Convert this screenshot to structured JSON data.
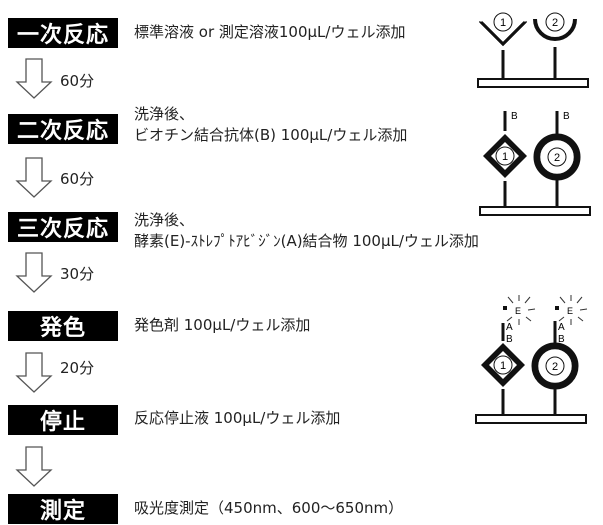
{
  "steps": [
    {
      "label": "一次反応",
      "lines": [
        "標準溶液 or 測定溶液100μL/ウェル添加"
      ]
    },
    {
      "label": "二次反応",
      "lines": [
        "洗浄後、",
        "ビオチン結合抗体(B) 100μL/ウェル添加"
      ]
    },
    {
      "label": "三次反応",
      "lines": [
        "洗浄後、",
        "酵素(E)-ｽﾄﾚﾌﾟﾄｱﾋﾞｼﾞﾝ(A)結合物 100μL/ウェル添加"
      ]
    },
    {
      "label": "発色",
      "lines": [
        "発色剤 100μL/ウェル添加"
      ]
    },
    {
      "label": "停止",
      "lines": [
        "反応停止液 100μL/ウェル添加"
      ]
    },
    {
      "label": "測定",
      "lines": [
        "吸光度測定（450nm、600～650nm）"
      ]
    }
  ],
  "times": [
    "60分",
    "60分",
    "30分",
    "20分"
  ],
  "diagram": {
    "well1": "1",
    "well2": "2",
    "antibody_b": "B",
    "avidin_a": "A",
    "enzyme_e": "E"
  }
}
